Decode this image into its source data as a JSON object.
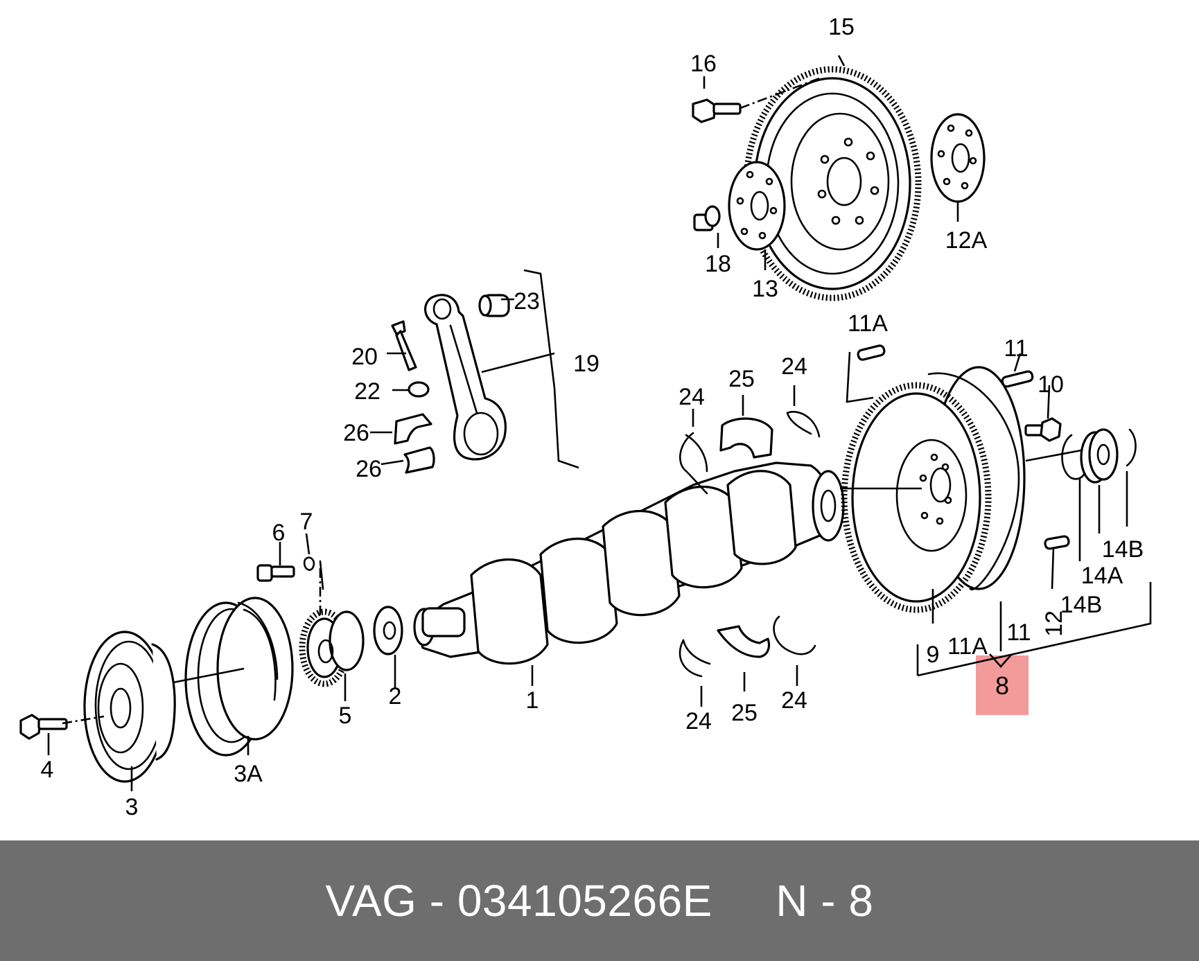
{
  "diagram": {
    "part_labels": {
      "p1": "1",
      "p2": "2",
      "p3": "3",
      "p3a": "3A",
      "p4": "4",
      "p5": "5",
      "p6": "6",
      "p7": "7",
      "p8": "8",
      "p9": "9",
      "p10": "10",
      "p11_top": "11",
      "p11_bottom": "11",
      "p11a_top": "11A",
      "p11a_bottom": "11A",
      "p12": "12",
      "p12a": "12A",
      "p13": "13",
      "p14a": "14A",
      "p14b_top": "14B",
      "p14b_bottom": "14B",
      "p15": "15",
      "p16": "16",
      "p18": "18",
      "p19": "19",
      "p20": "20",
      "p22": "22",
      "p23": "23",
      "p24_a": "24",
      "p24_b": "24",
      "p24_c": "24",
      "p24_d": "24",
      "p25_top": "25",
      "p25_bottom": "25",
      "p26_a": "26",
      "p26_b": "26"
    },
    "highlight_color": "#f39a9a"
  },
  "footer": {
    "title": "VAG - 034105266E     N - 8",
    "background": "#6e6e6e",
    "text_color": "#ffffff"
  }
}
